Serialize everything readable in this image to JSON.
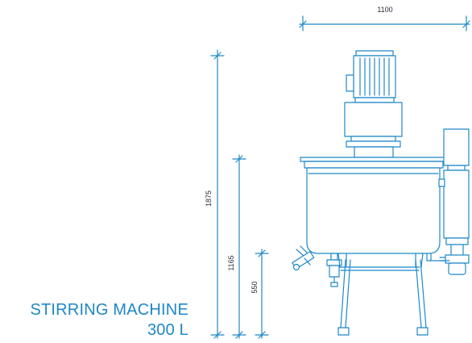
{
  "title": {
    "line1": "STIRRING MACHINE",
    "line2": "300 L"
  },
  "dimensions": {
    "width": "1100",
    "total_height": "1875",
    "tank_height": "1165",
    "outlet_height": "550"
  },
  "colors": {
    "line": "#1e88c8",
    "text": "#2a2a3a",
    "title": "#1e88c8",
    "fill": "#ffffff"
  }
}
